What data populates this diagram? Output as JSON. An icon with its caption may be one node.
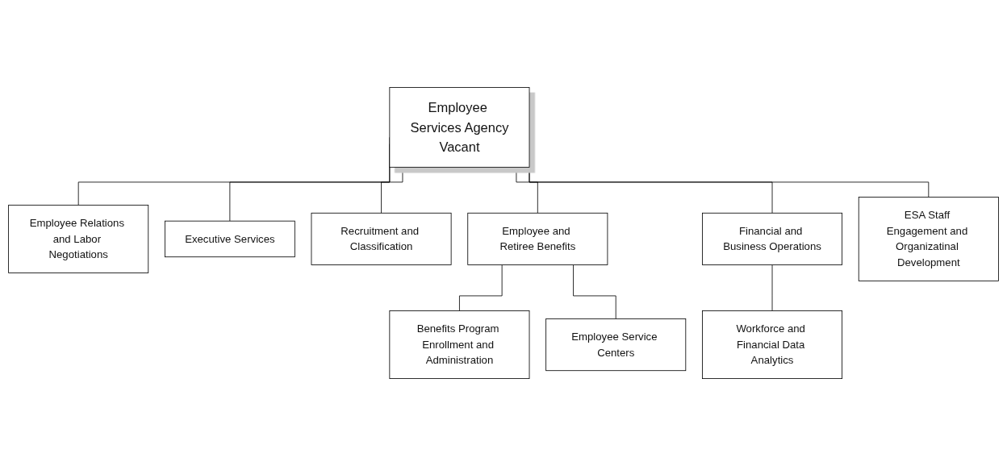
{
  "diagram": {
    "nodes": [
      {
        "text": [
          "Employee Services Agency",
          "Vacant"
        ]
      },
      {
        "text": [
          "Employee Relations and Labor Negotiations"
        ]
      },
      {
        "text": [
          "Executive Services"
        ]
      },
      {
        "text": [
          "Recruitment and Classification"
        ]
      },
      {
        "text": [
          "Employee and Retiree Benefits"
        ]
      },
      {
        "text": [
          "Financial and Business Operations"
        ]
      },
      {
        "text": [
          "ESA Staff Engagement and Organizatinal Development"
        ]
      },
      {
        "text": [
          "Benefits Program Enrollment and Administration"
        ]
      },
      {
        "text": [
          "Employee Service Centers"
        ]
      },
      {
        "text": [
          "Workforce and Financial Data Analytics"
        ]
      }
    ],
    "edges": [
      {
        "from": 0,
        "to": 1,
        "arrow": "none"
      },
      {
        "from": 0,
        "to": 2,
        "arrow": "none"
      },
      {
        "from": 0,
        "to": 3,
        "arrow": "none"
      },
      {
        "from": 0,
        "to": 4,
        "arrow": "none"
      },
      {
        "from": 0,
        "to": 5,
        "arrow": "none"
      },
      {
        "from": 0,
        "to": 6,
        "arrow": "none"
      },
      {
        "from": 4,
        "to": 7,
        "arrow": "none"
      },
      {
        "from": 4,
        "to": 8,
        "arrow": "none"
      },
      {
        "from": 5,
        "to": 9,
        "arrow": "none"
      }
    ]
  }
}
